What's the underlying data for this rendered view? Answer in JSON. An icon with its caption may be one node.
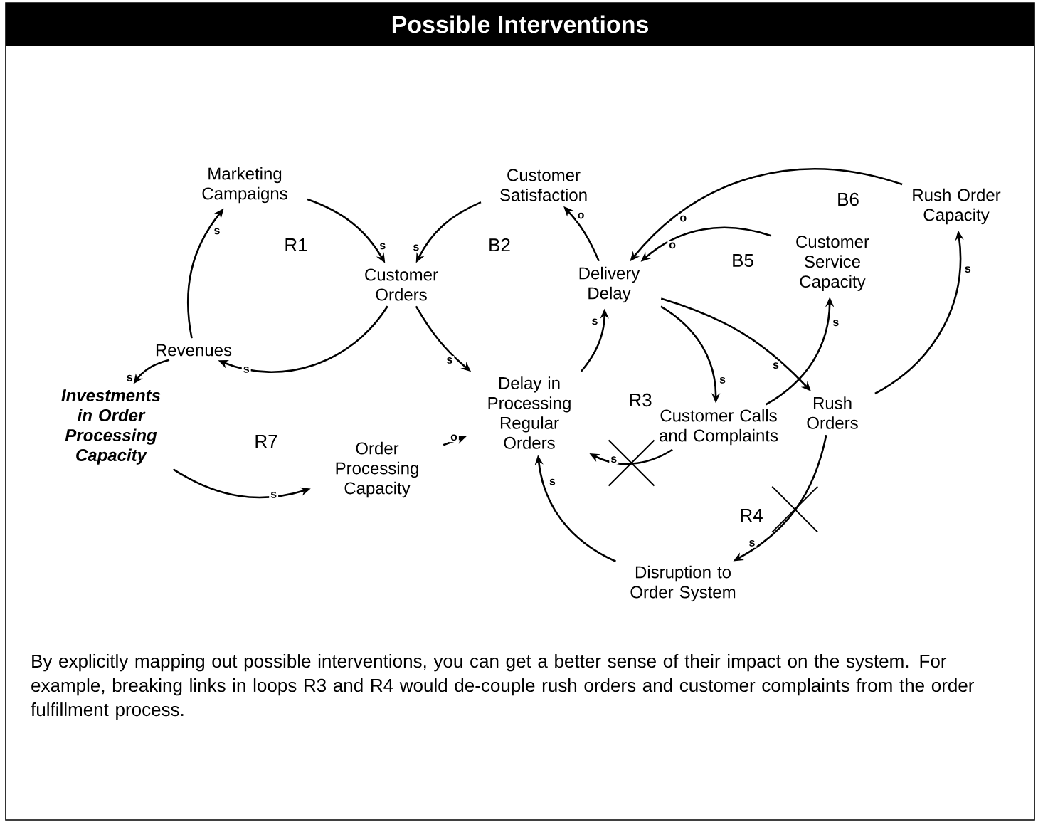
{
  "diagram": {
    "title": "Possible Interventions",
    "caption": "By explicitly mapping out possible interventions, you can get a better sense of their impact on the system. For example, breaking links in loops R3 and R4 would de-couple rush orders and customer complaints from the order fulfillment process.",
    "nodes": [
      {
        "text": [
          "Marketing Campaigns"
        ]
      },
      {
        "text": [
          "Customer Satisfaction"
        ]
      },
      {
        "text": [
          "Customer Orders"
        ]
      },
      {
        "text": [
          "Revenues"
        ]
      },
      {
        "text": [
          "Delay in Processing Regular Orders"
        ]
      },
      {
        "text": [
          "Delivery Delay"
        ]
      },
      {
        "text": [
          "Customer Service Capacity"
        ]
      },
      {
        "text": [
          "Rush Order Capacity"
        ]
      },
      {
        "text": [
          "Investments in Order Processing Capacity"
        ]
      },
      {
        "text": [
          "Order Processing Capacity"
        ]
      },
      {
        "text": [
          "Customer Calls and Complaints"
        ]
      },
      {
        "text": [
          "Rush Orders"
        ]
      },
      {
        "text": [
          "Disruption to Order System"
        ]
      }
    ],
    "edges": [
      {
        "from": 0,
        "to": 2,
        "arrow": "to",
        "label": "s"
      },
      {
        "from": 1,
        "to": 2,
        "arrow": "to",
        "label": "s"
      },
      {
        "from": 2,
        "to": 3,
        "arrow": "to",
        "label": "s"
      },
      {
        "from": 3,
        "to": 0,
        "arrow": "to",
        "label": "s"
      },
      {
        "from": 2,
        "to": 4,
        "arrow": "to",
        "label": "s"
      },
      {
        "from": 4,
        "to": 5,
        "arrow": "to",
        "label": "s"
      },
      {
        "from": 5,
        "to": 1,
        "arrow": "to",
        "label": "o"
      },
      {
        "from": 6,
        "to": 5,
        "arrow": "to",
        "label": "o"
      },
      {
        "from": 7,
        "to": 5,
        "arrow": "to",
        "label": "o"
      },
      {
        "from": 5,
        "to": 10,
        "arrow": "to",
        "label": "s"
      },
      {
        "from": 5,
        "to": 11,
        "arrow": "to",
        "label": "s"
      },
      {
        "from": 10,
        "to": 6,
        "arrow": "to",
        "label": "s"
      },
      {
        "from": 11,
        "to": 7,
        "arrow": "to",
        "label": "s"
      },
      {
        "from": 10,
        "to": 4,
        "arrow": "to",
        "label": "s"
      },
      {
        "from": 12,
        "to": 4,
        "arrow": "to",
        "label": "s"
      },
      {
        "from": 11,
        "to": 12,
        "arrow": "to",
        "label": "s"
      },
      {
        "from": 3,
        "to": 8,
        "arrow": "to",
        "label": "s"
      },
      {
        "from": 8,
        "to": 9,
        "arrow": "to",
        "label": "s"
      },
      {
        "from": 9,
        "to": 4,
        "arrow": "to",
        "label": "o"
      }
    ],
    "labels": [
      "R1",
      "B2",
      "B5",
      "B6",
      "R3",
      "R7",
      "R4"
    ]
  }
}
